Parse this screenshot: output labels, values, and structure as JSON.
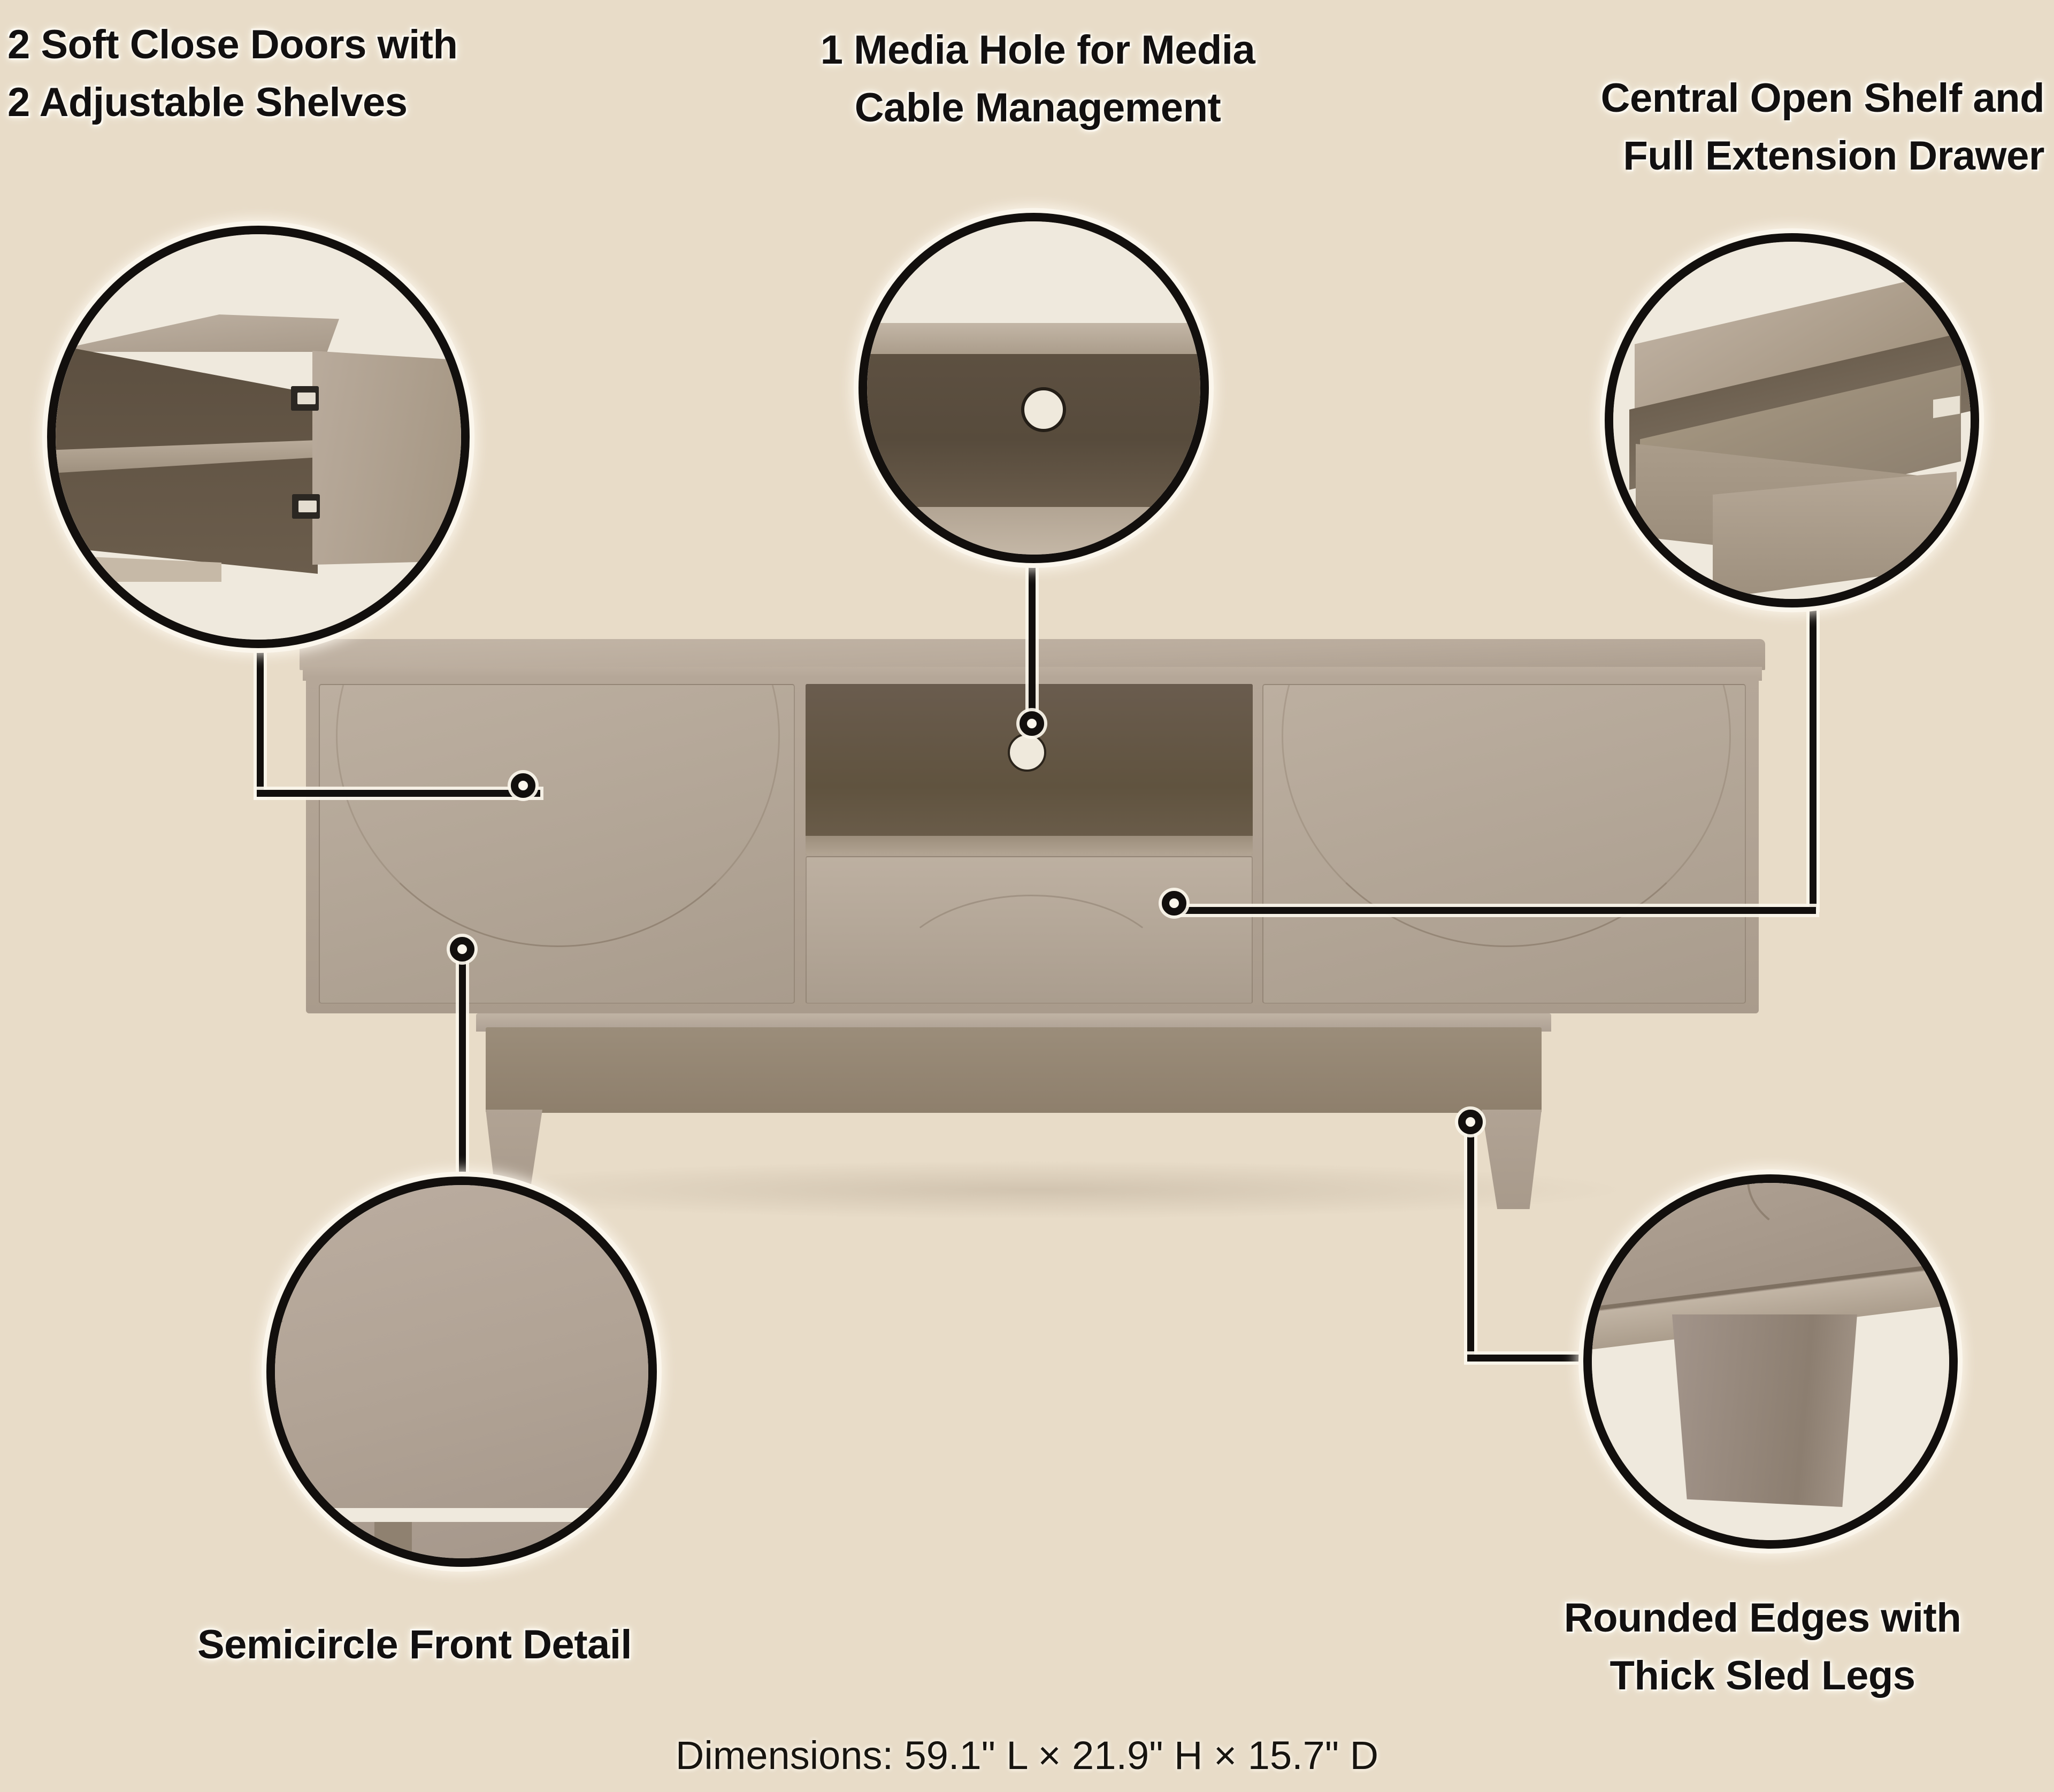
{
  "background_color": "#e8dcc8",
  "product": {
    "name": "TV Stand / Media Console",
    "body_color": "#b0a293",
    "accent_dark": "#5d5041",
    "outline_color": "#120f0d"
  },
  "callouts": [
    {
      "id": "doors-shelves",
      "position": "top-left",
      "lines": [
        "2 Soft Close Doors with",
        "2 Adjustable Shelves"
      ],
      "detail_icon": "open-cabinet-with-shelf-and-hinged-door"
    },
    {
      "id": "media-hole",
      "position": "top-center",
      "lines": [
        "1 Media Hole for Media",
        "Cable Management"
      ],
      "detail_icon": "back-panel-cable-hole"
    },
    {
      "id": "shelf-drawer",
      "position": "top-right",
      "lines": [
        "Central Open Shelf and",
        "Full Extension Drawer"
      ],
      "detail_icon": "extended-open-drawer"
    },
    {
      "id": "semicircle",
      "position": "bottom-left",
      "lines": [
        "Semicircle Front Detail"
      ],
      "detail_icon": "door-face-semicircle-arc"
    },
    {
      "id": "sled-legs",
      "position": "bottom-right",
      "lines": [
        "Rounded Edges with",
        "Thick Sled Legs"
      ],
      "detail_icon": "thick-sled-leg"
    }
  ],
  "footer": {
    "dimensions": "Dimensions: 59.1\" L × 21.9\" H × 15.7\" D"
  }
}
